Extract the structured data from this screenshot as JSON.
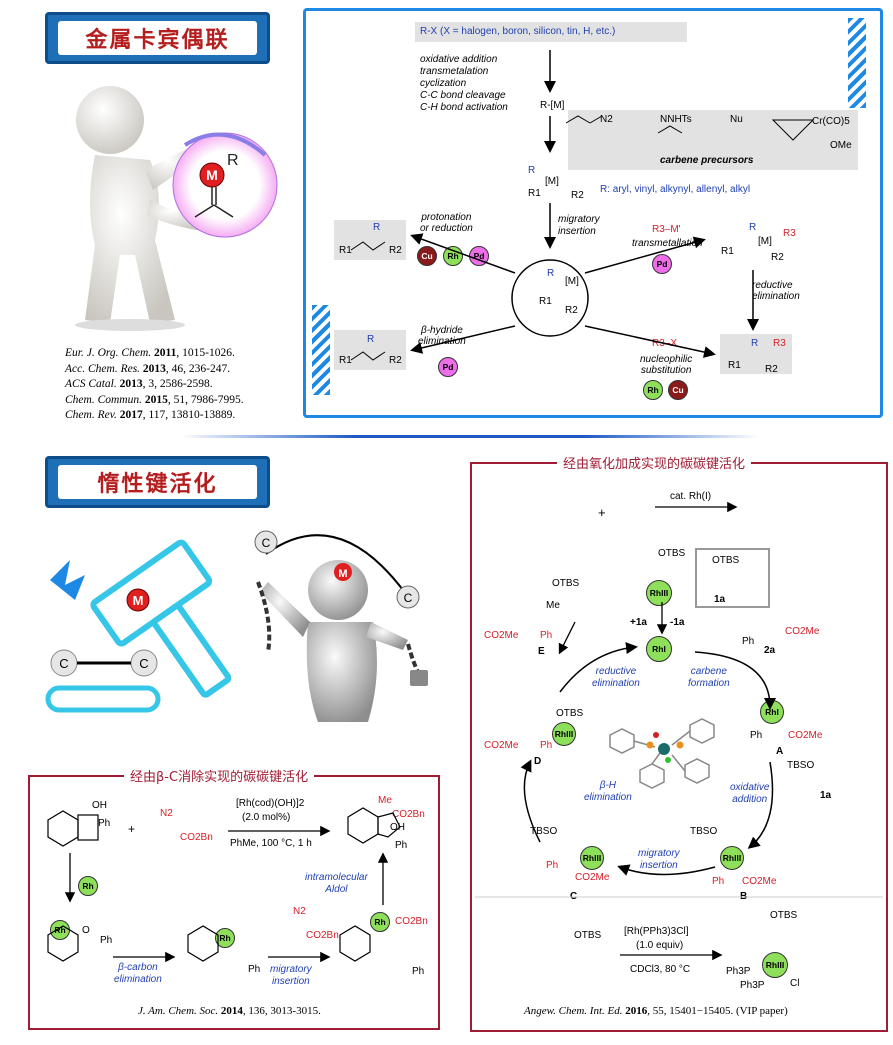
{
  "section1": {
    "banner_title": "金属卡宾偶联",
    "figure_metal_label": "M",
    "figure_r_label": "R",
    "refs": [
      {
        "journal": "Eur. J. Org. Chem.",
        "year": "2011",
        "rest": ", 1015-1026."
      },
      {
        "journal": "Acc. Chem. Res.",
        "year": "2013",
        "rest": ", 46, 236-247."
      },
      {
        "journal": "ACS Catal.",
        "year": "2013",
        "rest": ", 3, 2586-2598."
      },
      {
        "journal": "Chem. Commun.",
        "year": "2015",
        "rest": ", 51, 7986-7995."
      },
      {
        "journal": "Chem. Rev.",
        "year": "2017",
        "rest": ", 117, 13810-13889."
      }
    ]
  },
  "scheme1": {
    "rx_label": "R-X (X = halogen, boron, silicon, tin, H, etc.)",
    "steps": [
      "oxidative addition",
      "transmetalation",
      "cyclization",
      "C-C bond cleavage",
      "C-H bond activation"
    ],
    "rm_label": "R-[M]",
    "carbene_precursors": "carbene precursors",
    "nhnts": "NNHTs",
    "n2": "N2",
    "nu": "Nu",
    "cr_co5": "Cr(CO)5",
    "ome": "OMe",
    "r_def": "R: aryl, vinyl, alkynyl, allenyl, alkyl",
    "migratory_insertion": [
      "migratory",
      "insertion"
    ],
    "protonation": [
      "protonation",
      "or reduction"
    ],
    "beta_hydride": [
      "β-hydride",
      "elimination"
    ],
    "transmetallation": "transmetallation",
    "r3m": "R3–M'",
    "reductive_elim": [
      "reductive",
      "elimination"
    ],
    "r3x": "R3–X",
    "nucleophilic": [
      "nucleophilic",
      "substitution"
    ],
    "metal_cu": "Cu",
    "metal_rh": "Rh",
    "metal_pd": "Pd",
    "center_m": "[M]",
    "r1": "R1",
    "r2": "R2",
    "r": "R",
    "r3": "R3"
  },
  "section2": {
    "banner_title": "惰性键活化",
    "hammer_metal": "M",
    "bond_c1": "C",
    "bond_c2": "C"
  },
  "panel_beta": {
    "title": "经由β-C消除实现的碳碳键活化",
    "reagent": "[Rh(cod)(OH)]2",
    "loading": "(2.0 mol%)",
    "conditions": "PhMe, 100 °C, 1 h",
    "diazo": "CO2Bn",
    "n2": "N2",
    "oh": "OH",
    "ph": "Ph",
    "me": "Me",
    "rh": "Rh",
    "o": "O",
    "beta_carbon": [
      "β-carbon",
      "elimination"
    ],
    "migratory": [
      "migratory",
      "insertion"
    ],
    "aldol": [
      "intramolecular",
      "Aldol"
    ],
    "ref_journal": "J. Am. Chem. Soc.",
    "ref_year": "2014",
    "ref_rest": ", 136, 3013-3015."
  },
  "panel_ox": {
    "title": "经由氧化加成实现的碳碳键活化",
    "cat": "cat. Rh(I)",
    "plus": "+",
    "otbs": "OTBS",
    "label_1a": "1a",
    "label_2a": "2a",
    "plus1a": "+1a",
    "minus1a": "-1a",
    "rh_i": "RhI",
    "rh_iii": "RhIII",
    "co2me": "CO2Me",
    "me": "Me",
    "ph": "Ph",
    "tbso": "TBSO",
    "label_a": "A",
    "label_b": "B",
    "label_c": "C",
    "label_d": "D",
    "label_e": "E",
    "reductive": [
      "reductive",
      "elimination"
    ],
    "carbene_formation": [
      "carbene",
      "formation"
    ],
    "oxidative": [
      "oxidative",
      "addition"
    ],
    "migratory": [
      "migratory",
      "insertion"
    ],
    "beta_h": [
      "β-H",
      "elimination"
    ],
    "reagent": "[Rh(PPh3)3Cl]",
    "equiv": "(1.0 equiv)",
    "conditions": "CDCl3, 80 °C",
    "ph3p": "Ph3P",
    "cl": "Cl",
    "ref_journal": "Angew. Chem. Int. Ed.",
    "ref_year": "2016",
    "ref_rest": ", 55, 15401−15405. (VIP paper)"
  },
  "colors": {
    "accent_blue": "#1e88e5",
    "banner_blue": "#1f6fb8",
    "title_red": "#b51e1e",
    "panel_red": "#a01c33",
    "rh_green": "#8ee05a",
    "pd_pink": "#ee6ee9",
    "cu_brown": "#8b1a1a"
  }
}
